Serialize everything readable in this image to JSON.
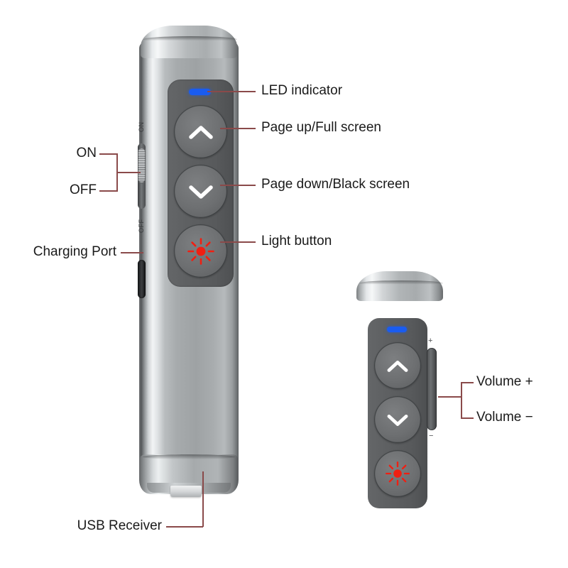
{
  "diagram": {
    "title": "Wireless presenter remote annotated parts diagram",
    "leader_color": "#8a4a4a",
    "led_color": "#1a5cf0",
    "light_icon_color": "#f01f12"
  },
  "main_device": {
    "name": "presenter-remote-front",
    "led_label": "LED indicator",
    "switch": {
      "on_text": "ON",
      "off_text": "OFF",
      "label_on": "ON",
      "label_off": "OFF"
    },
    "buttons": [
      {
        "icon": "chevron-up-icon",
        "label": "Page up/Full screen"
      },
      {
        "icon": "chevron-down-icon",
        "label": "Page down/Black screen"
      },
      {
        "icon": "sun-burst-icon",
        "label": "Light button"
      }
    ],
    "charging_port_label": "Charging Port",
    "usb_receiver_label": "USB Receiver"
  },
  "second_device": {
    "name": "presenter-remote-side",
    "rocker": {
      "plus_mark": "+",
      "minus_mark": "−",
      "label_up": "Volume +",
      "label_down": "Volume −"
    }
  }
}
